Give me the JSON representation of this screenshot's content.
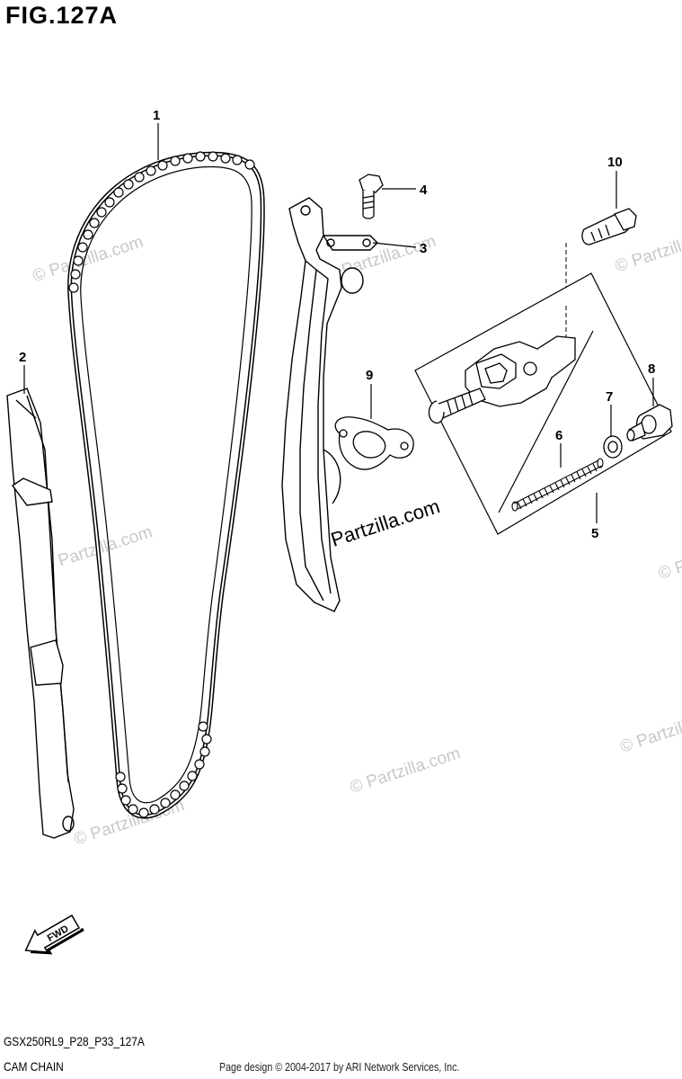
{
  "figure": {
    "title": "FIG.127A",
    "model_code": "GSX250RL9_P28_P33_127A",
    "diagram_name": "CAM CHAIN"
  },
  "callouts": [
    "1",
    "2",
    "3",
    "4",
    "5",
    "6",
    "7",
    "8",
    "9",
    "10"
  ],
  "direction_arrow": {
    "label": "FWD",
    "icon": "forward-arrow-icon"
  },
  "watermark": {
    "text": "© Partzilla.com"
  },
  "footer": {
    "copyright": "Page design © 2004-2017 by ARI Network Services, Inc."
  }
}
